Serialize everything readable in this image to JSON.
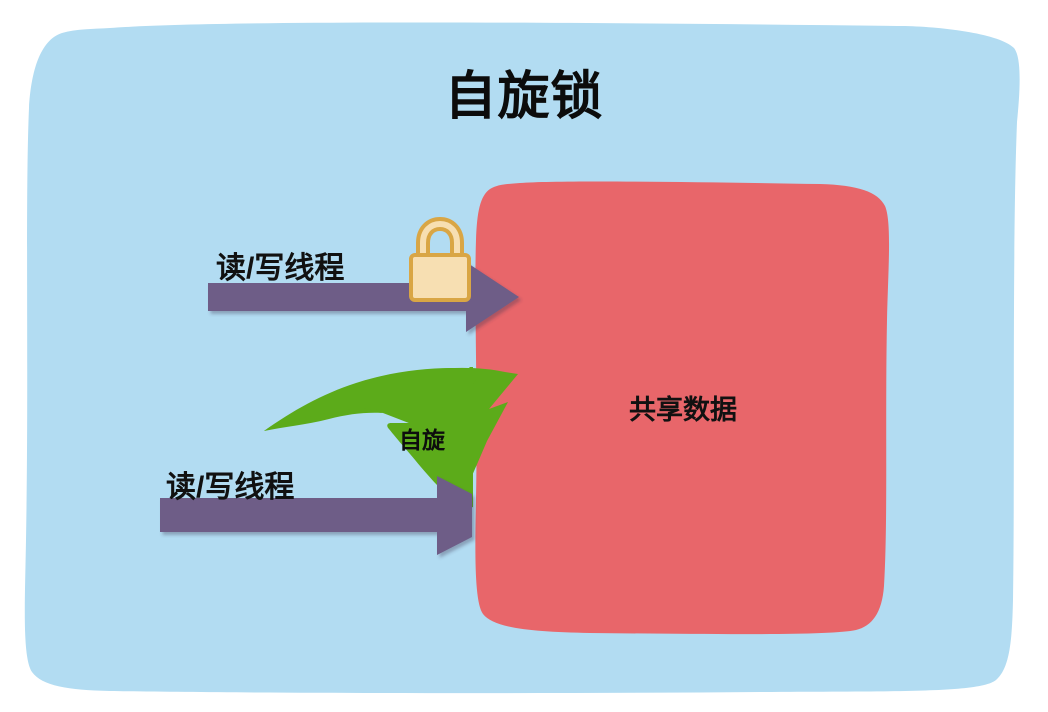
{
  "diagram": {
    "title": "自旋锁",
    "type": "concept-diagram",
    "background_color": "#ffffff",
    "container": {
      "name": "outer-panel",
      "fill": "#b2dcf2",
      "style": "hand-drawn rounded rectangle"
    },
    "shared_resource": {
      "label": "共享数据",
      "fill": "#e8666a",
      "text_color": "#111111",
      "style": "hand-drawn rounded rectangle"
    },
    "threads": [
      {
        "id": "thread-top",
        "label": "读/写线程",
        "arrow_color": "#6e5d87",
        "state": "holds-lock",
        "has_lock_icon": true
      },
      {
        "id": "thread-bottom",
        "label": "读/写线程",
        "arrow_color": "#6e5d87",
        "state": "spinning",
        "has_lock_icon": false
      }
    ],
    "spin_arrow": {
      "label": "自旋",
      "fill": "#5cab1a",
      "text_color": "#0d0d0d",
      "description": "curved looping arrow indicating busy-wait spin"
    },
    "lock_icon": {
      "name": "lock-icon",
      "body_fill": "#f7dfb2",
      "outline": "#d9a645",
      "shackle_fill": "#f7dfb2",
      "state": "locked"
    },
    "palette": {
      "panel_blue": "#b2dcf2",
      "resource_red": "#e8666a",
      "thread_purple": "#6e5d87",
      "spin_green": "#5cab1a",
      "lock_gold": "#d9a645",
      "text_black": "#111111"
    }
  }
}
